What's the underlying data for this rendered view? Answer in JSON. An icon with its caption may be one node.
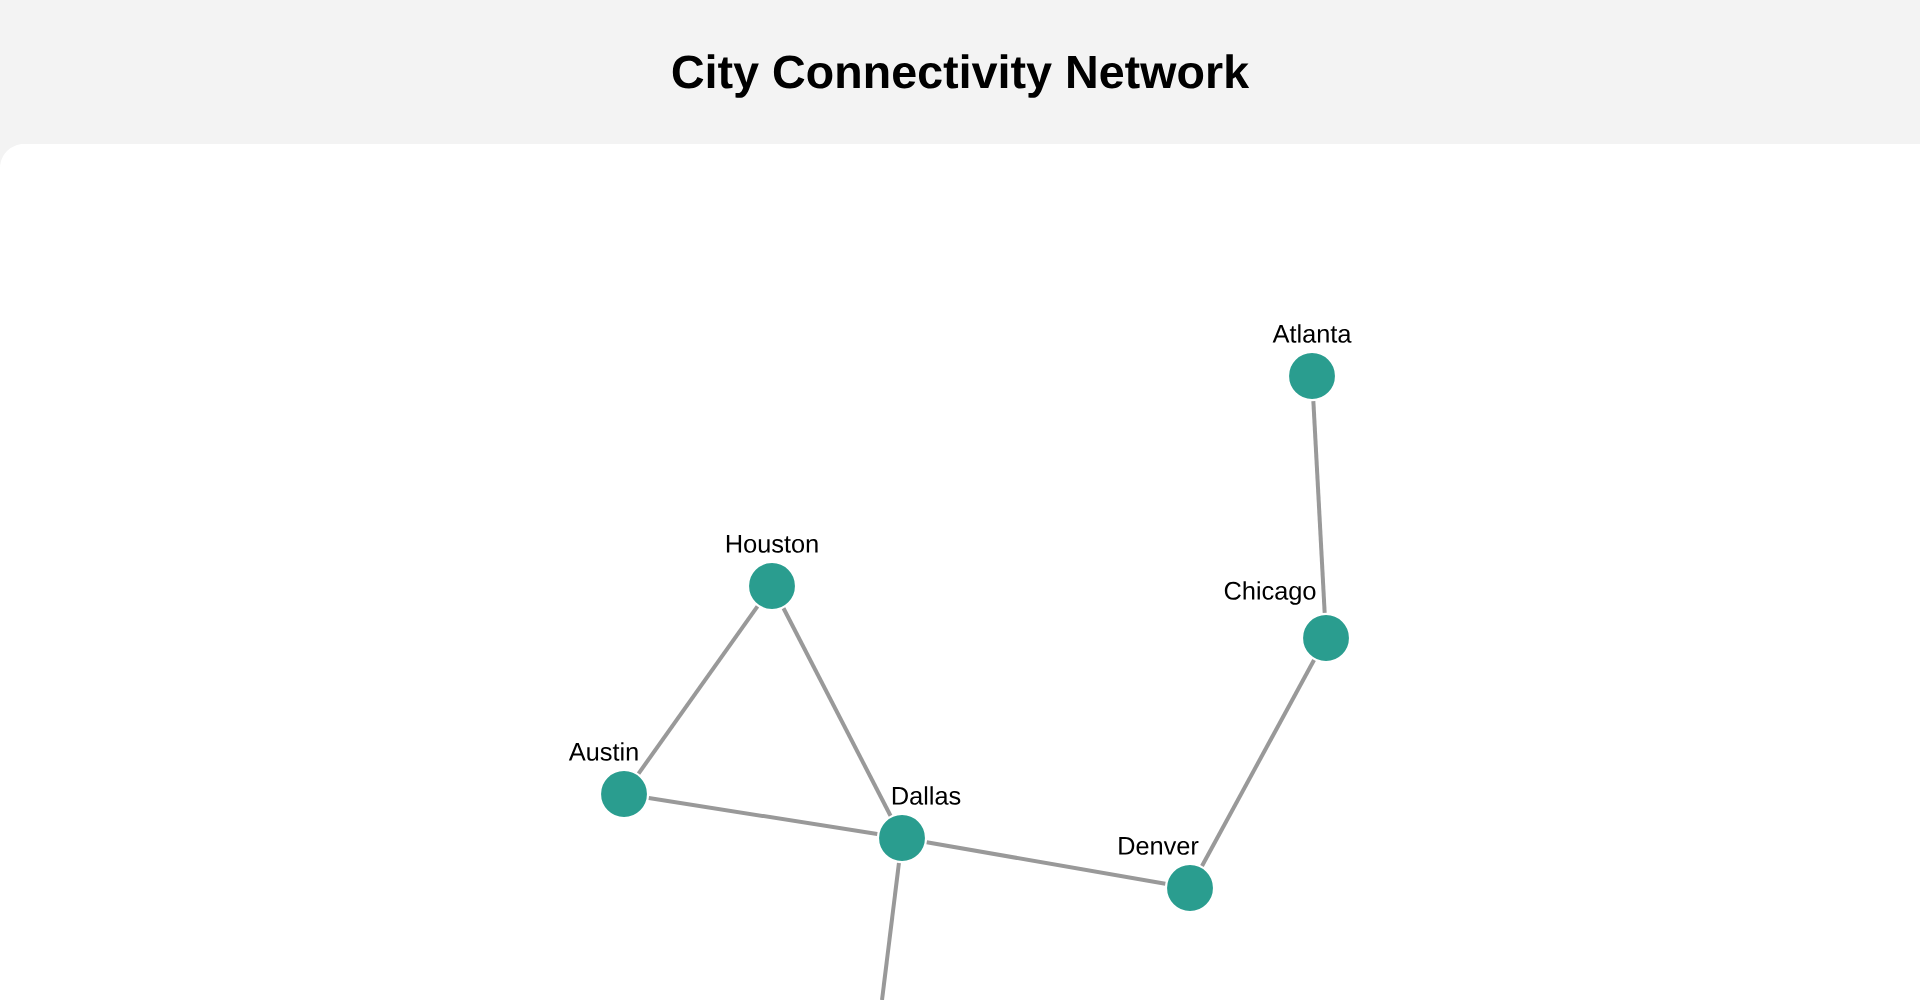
{
  "diagram": {
    "title": "City Connectivity Network",
    "nodes": [
      {
        "text": [
          "Atlanta"
        ]
      },
      {
        "text": [
          "Houston"
        ]
      },
      {
        "text": [
          "Chicago"
        ]
      },
      {
        "text": [
          "Austin"
        ]
      },
      {
        "text": [
          "Dallas"
        ]
      },
      {
        "text": [
          "Denver"
        ]
      }
    ],
    "edges": [
      {
        "from": 0,
        "to": 2,
        "arrow": "none"
      },
      {
        "from": 1,
        "to": 3,
        "arrow": "none"
      },
      {
        "from": 1,
        "to": 4,
        "arrow": "none"
      },
      {
        "from": 3,
        "to": 4,
        "arrow": "none"
      },
      {
        "from": 4,
        "to": 5,
        "arrow": "none"
      },
      {
        "from": 2,
        "to": 5,
        "arrow": "none"
      },
      {
        "from": 4,
        "to": null,
        "arrow": "none"
      }
    ]
  }
}
